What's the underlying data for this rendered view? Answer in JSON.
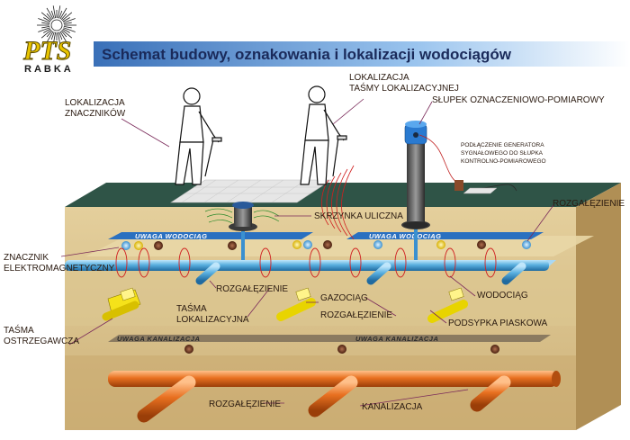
{
  "title": "Schemat budowy, oznakowania i lokalizacji wodociągów",
  "logo": {
    "mark": "PTS",
    "subtitle": "RABKA"
  },
  "labels": {
    "lokalizacja_znacznikow": [
      "LOKALIZACJA",
      "ZNACZNIKÓW"
    ],
    "lokalizacja_tasmy": [
      "LOKALIZACJA",
      "TAŚMY LOKALIZACYJNEJ"
    ],
    "slupek": "SŁUPEK OZNACZENIOWO-POMIAROWY",
    "podlaczenie": [
      "PODŁĄCZENIE GENERATORA",
      "SYGNAŁOWEGO DO SŁUPKA",
      "KONTROLNO-POMIAROWEGO"
    ],
    "rozgalezienie_right": "ROZGAŁĘZIENIE",
    "skrzynka": "SKRZYNKA ULICZNA",
    "znacznik": [
      "ZNACZNIK",
      "ELEKTROMAGNETYCZNY"
    ],
    "rozgalezienie_mid": "ROZGAŁĘZIENIE",
    "gazociag": "GAZOCIĄG",
    "tasma_lokalizacyjna": [
      "TAŚMA",
      "LOKALIZACYJNA"
    ],
    "rozgalezienie_gas": "ROZGAŁĘZIENIE",
    "wodociag": "WODOCIĄG",
    "tasma_ostrzegawcza": [
      "TAŚMA",
      "OSTRZEGAWCZA"
    ],
    "podsypka": "PODSYPKA PIASKOWA",
    "rozgalezienie_bottom": "ROZGAŁĘZIENIE",
    "kanalizacja": "KANALIZACJA"
  },
  "tapes": {
    "water_1": "UWAGA WODOCIĄG",
    "water_2": "UWAGA WODOCIĄG",
    "sewer_1": "UWAGA KANALIZACJA",
    "sewer_2": "UWAGA KANALIZACJA"
  },
  "colors": {
    "soil": "#d8c08a",
    "soil_dark": "#b89a5e",
    "grass": "#3a5a4a",
    "water_pipe": "#5ab0e0",
    "sewer_pipe": "#e87020",
    "gas_pipe": "#f0e020",
    "tape_blue": "#2a70c0",
    "title_bar": "#6aa0d8"
  }
}
